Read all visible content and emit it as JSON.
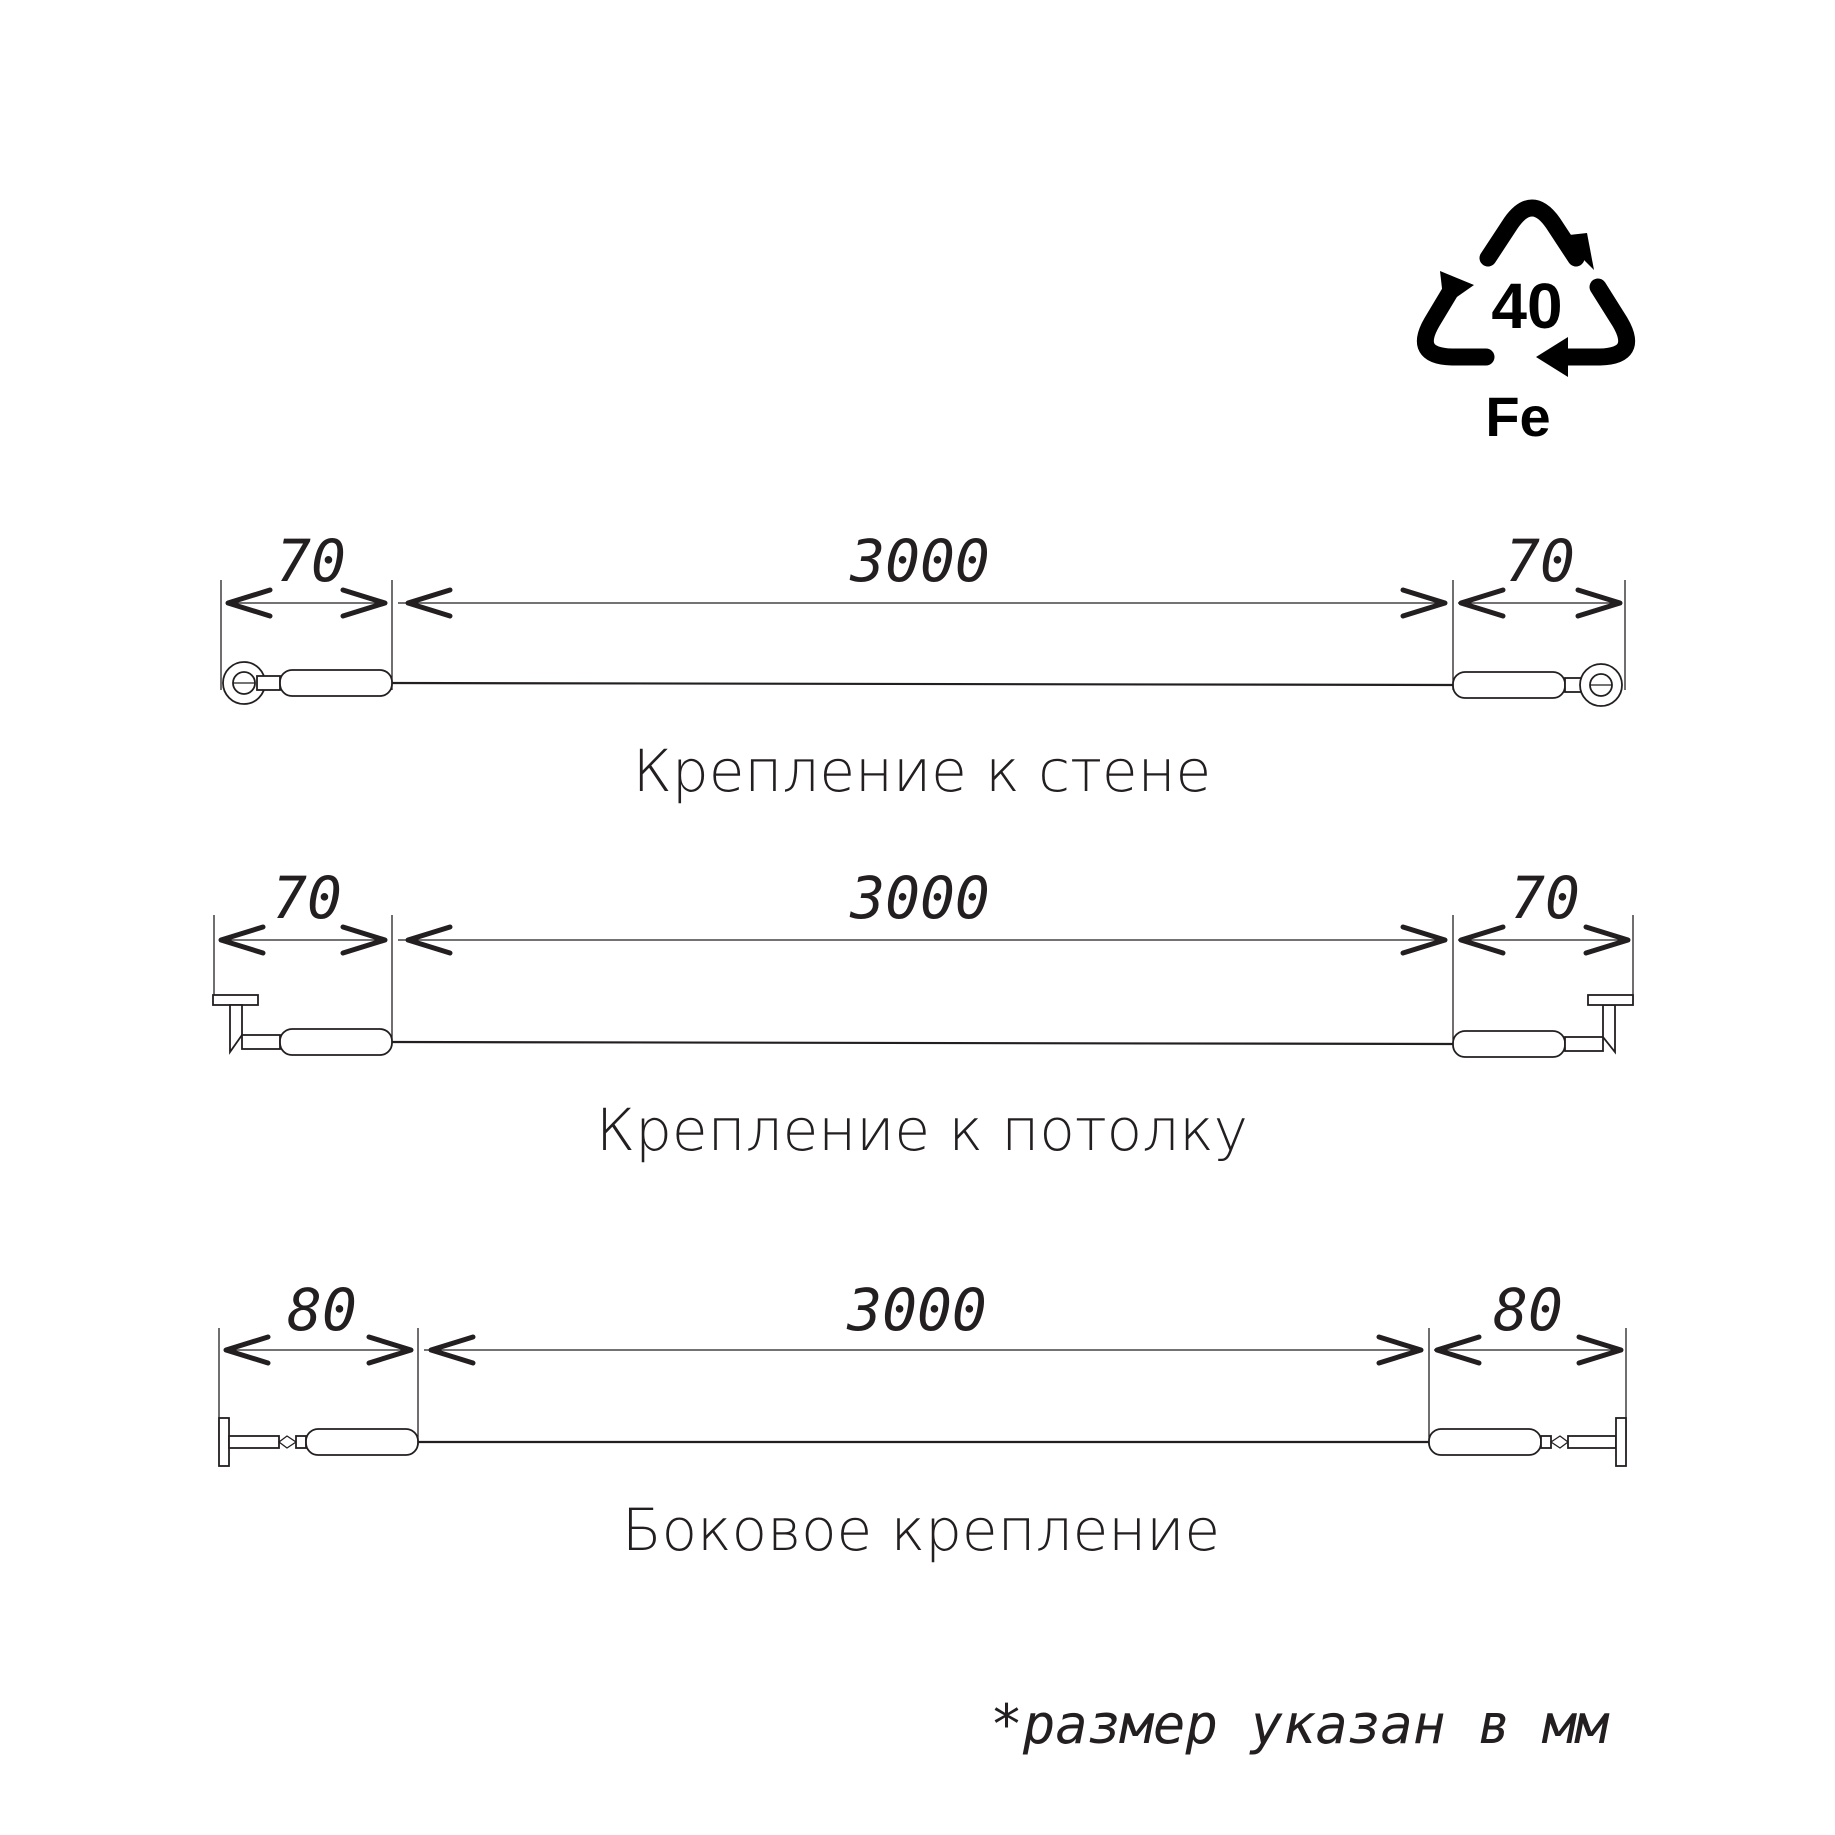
{
  "recycling": {
    "code": "40",
    "material": "Fe",
    "icon": "recycling-triangle-icon"
  },
  "diagrams": [
    {
      "id": "wall",
      "dims": [
        "70",
        "3000",
        "70"
      ],
      "caption": "Крепление к стене",
      "mount": "wall"
    },
    {
      "id": "ceiling",
      "dims": [
        "70",
        "3000",
        "70"
      ],
      "caption": "Крепление к потолку",
      "mount": "ceiling"
    },
    {
      "id": "side",
      "dims": [
        "80",
        "3000",
        "80"
      ],
      "caption": "Боковое крепление",
      "mount": "side"
    }
  ],
  "note": "*размер указан в мм",
  "colors": {
    "ink": "#231f20",
    "background": "#ffffff"
  }
}
